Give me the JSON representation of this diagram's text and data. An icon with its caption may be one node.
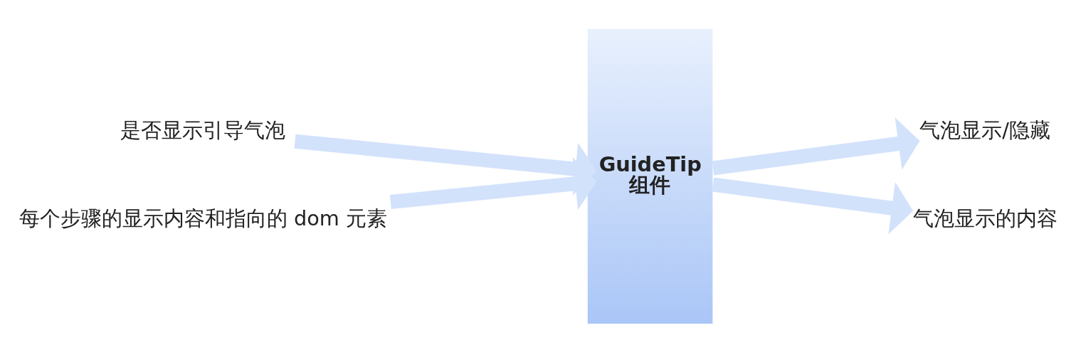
{
  "diagram": {
    "nodes": [
      {
        "text": [
          "是否显示引导气泡"
        ]
      },
      {
        "text": [
          "每个步骤的显示内容和指向的 dom 元素"
        ]
      },
      {
        "text": [
          "GuideTip",
          "组件"
        ]
      },
      {
        "text": [
          "气泡显示/隐藏"
        ]
      },
      {
        "text": [
          "气泡显示的内容"
        ]
      }
    ],
    "edges": [
      {
        "from": 0,
        "to": 2,
        "arrow": "to"
      },
      {
        "from": 1,
        "to": 2,
        "arrow": "to"
      },
      {
        "from": 2,
        "to": 3,
        "arrow": "to"
      },
      {
        "from": 2,
        "to": 4,
        "arrow": "to"
      }
    ]
  }
}
